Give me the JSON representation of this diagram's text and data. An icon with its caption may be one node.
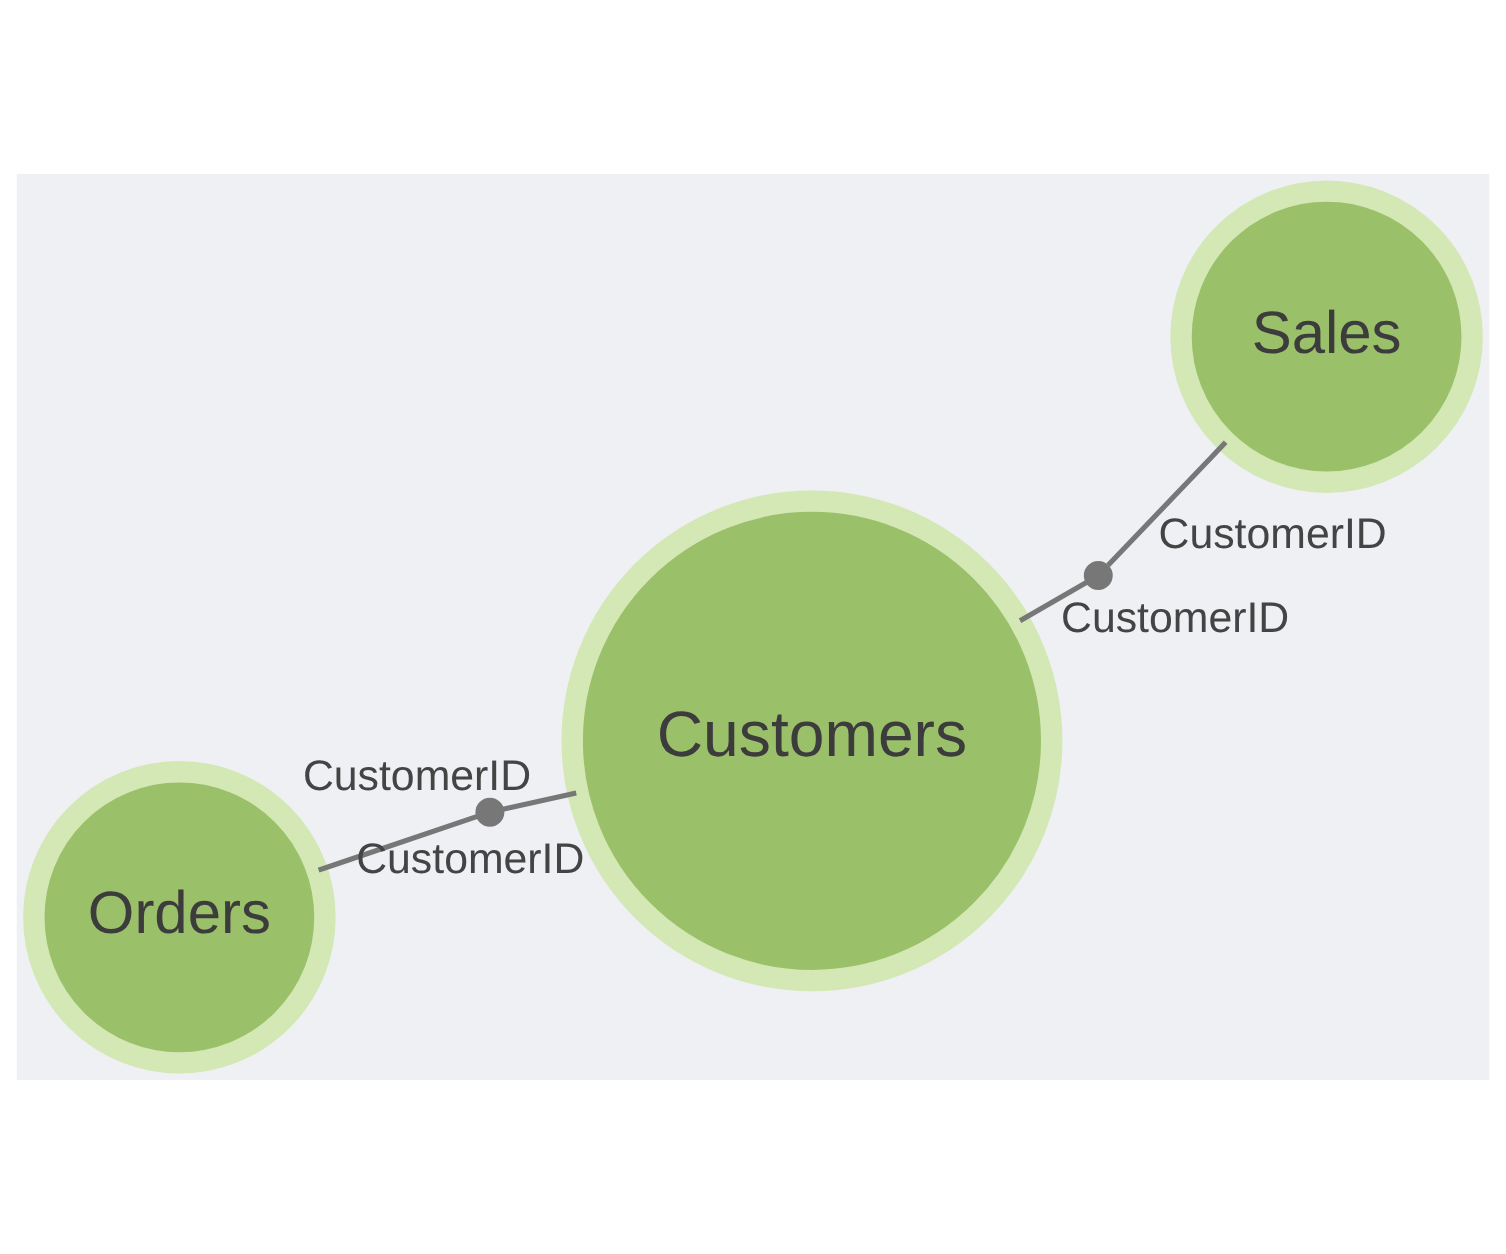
{
  "diagram": {
    "nodes": [
      {
        "text": [
          "Customers"
        ]
      },
      {
        "text": [
          "Sales"
        ]
      },
      {
        "text": [
          "Orders"
        ]
      },
      {
        "text": [],
        "shape": "dot"
      },
      {
        "text": [],
        "shape": "dot"
      }
    ],
    "edges": [
      {
        "from": 0,
        "to": 3,
        "arrow": "none",
        "label": "CustomerID"
      },
      {
        "from": 3,
        "to": 1,
        "arrow": "none",
        "label": "CustomerID"
      },
      {
        "from": 0,
        "to": 4,
        "arrow": "none",
        "label": "CustomerID"
      },
      {
        "from": 4,
        "to": 2,
        "arrow": "none",
        "label": "CustomerID"
      }
    ]
  }
}
